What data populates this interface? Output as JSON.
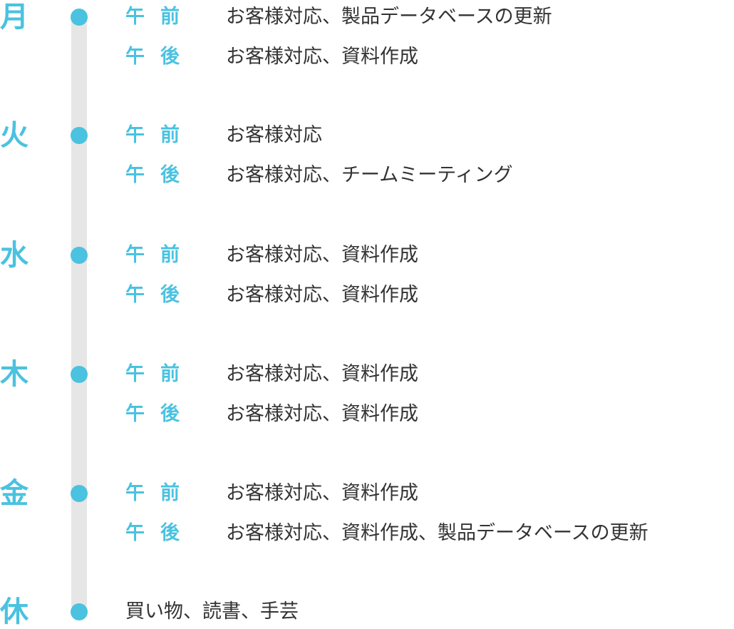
{
  "colors": {
    "accent": "#4ac2e0",
    "line": "#e6e6e6",
    "text": "#333333"
  },
  "schedule": [
    {
      "day": "月",
      "slots": [
        {
          "label": "午前",
          "text": "お客様対応、製品データベースの更新"
        },
        {
          "label": "午後",
          "text": "お客様対応、資料作成"
        }
      ]
    },
    {
      "day": "火",
      "slots": [
        {
          "label": "午前",
          "text": "お客様対応"
        },
        {
          "label": "午後",
          "text": "お客様対応、チームミーティング"
        }
      ]
    },
    {
      "day": "水",
      "slots": [
        {
          "label": "午前",
          "text": "お客様対応、資料作成"
        },
        {
          "label": "午後",
          "text": "お客様対応、資料作成"
        }
      ]
    },
    {
      "day": "木",
      "slots": [
        {
          "label": "午前",
          "text": "お客様対応、資料作成"
        },
        {
          "label": "午後",
          "text": "お客様対応、資料作成"
        }
      ]
    },
    {
      "day": "金",
      "slots": [
        {
          "label": "午前",
          "text": "お客様対応、資料作成"
        },
        {
          "label": "午後",
          "text": "お客様対応、資料作成、製品データベースの更新"
        }
      ]
    }
  ],
  "holiday": {
    "day": "休",
    "text": "買い物、読書、手芸"
  }
}
